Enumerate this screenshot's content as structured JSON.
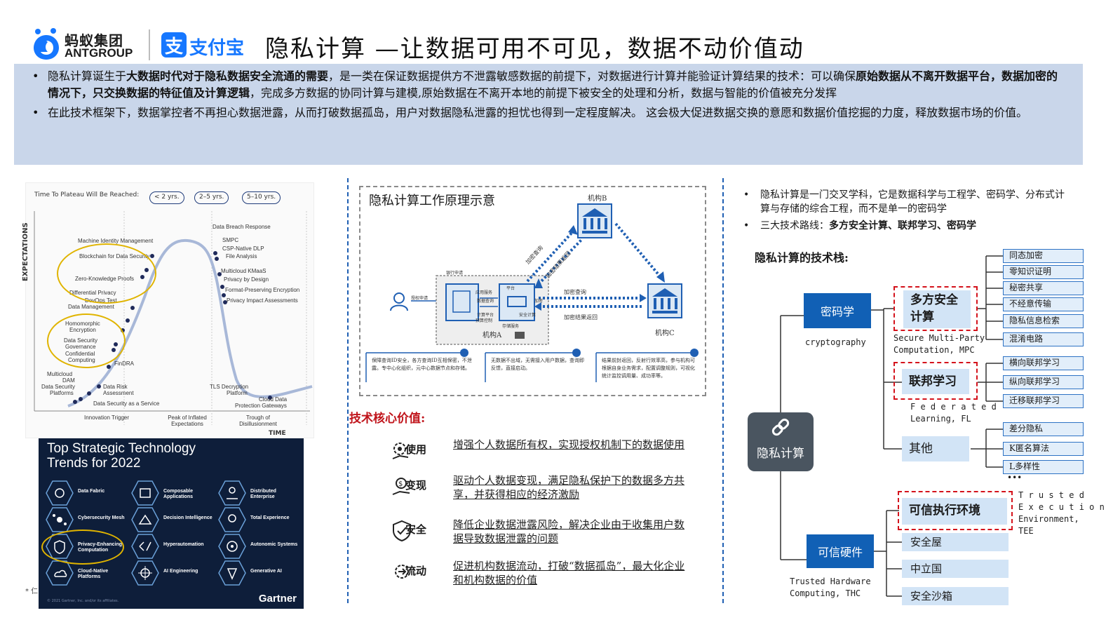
{
  "header": {
    "ant_cn": "蚂蚁集团",
    "ant_en": "ANTGROUP",
    "alipay_icon": "支",
    "alipay_text": "支付宝",
    "title": "隐私计算 —让数据可用不可见，数据不动价值动"
  },
  "intro": {
    "bullet": "•",
    "p1_a": "隐私计算诞生于",
    "p1_b": "大数据时代对于隐私数据安全流通的需要",
    "p1_c": "，是一类在保证数据提供方不泄露敏感数据的前提下，对数据进行计算并能验证计算结果的技术：可以确保",
    "p1_d": "原始数据从不离开数据平台，数据加密的情况下，只交换数据的特征值及计算逻辑",
    "p1_e": "，完成多方数据的协同计算与建模,原始数据在不离开本地的前提下被安全的处理和分析，数据与智能的价值被充分发挥",
    "p2": "在此技术框架下，数据掌控者不再担心数据泄露，从而打破数据孤岛，用户对数据隐私泄露的担忧也得到一定程度解决。 这会极大促进数据交换的意愿和数据价值挖掘的力度，释放数据市场的价值。"
  },
  "hype": {
    "legend_label": "Time To Plateau Will Be Reached:",
    "pills": [
      "< 2 yrs.",
      "2–5 yrs.",
      "5–10 yrs."
    ],
    "y_label": "EXPECTATIONS",
    "x_label": "TIME",
    "phases": [
      "Innovation Trigger",
      "Peak of Inflated Expectations",
      "Trough of Disillusionment"
    ],
    "labels": [
      "Machine Identity Management",
      "Blockchain for Data Security",
      "Zero-Knowledge Proofs",
      "Differential Privacy",
      "DevOps Test",
      "Data Management",
      "Homomorphic",
      "Encryption",
      "Data Security",
      "Governance",
      "Confidential",
      "Computing",
      "FinDRA",
      "Multicloud",
      "DAM",
      "Data Security",
      "Platforms",
      "Data Risk",
      "Assessment",
      "Data Security as a Service",
      "Data Breach Response",
      "SMPC",
      "CSP-Native DLP",
      "File Analysis",
      "Multicloud KMaaS",
      "Privacy by Design",
      "Format-Preserving Encryption",
      "Privacy Impact Assessments",
      "TLS Decryption",
      "Platform",
      "Cloud Data",
      "Protection Gateways"
    ]
  },
  "trends": {
    "title_line1": "Top Strategic Technology",
    "title_line2": "Trends for 2022",
    "items": [
      "Data Fabric",
      "Composable Applications",
      "Distributed Enterprise",
      "Cybersecurity Mesh",
      "Decision Intelligence",
      "Total Experience",
      "Privacy-Enhancing Computation",
      "Hyperautomation",
      "Autonomic Systems",
      "Cloud-Native Platforms",
      "AI Engineering",
      "Generative AI"
    ],
    "brand": "Gartner",
    "footnote": "© 2021 Gartner, Inc. and/or its affiliates.",
    "side_note": "* 仁"
  },
  "work": {
    "title": "隐私计算工作原理示意",
    "org_a": "机构A",
    "org_b": "机构B",
    "org_c": "机构C",
    "encrypted_query": "加密查询",
    "encrypted_result": "加密结果返回",
    "encrypted_query_b": "加密查询",
    "encrypted_result_b": "加密结果返回",
    "small_labels": [
      "授权申请",
      "银行申请",
      "应用服务",
      "计算平台",
      "数据查询",
      "平台",
      "存储服务",
      "加密",
      "预算控制",
      "安全计算"
    ],
    "notes": [
      "保障查询ID安全，各方查询ID互相保密，不泄露。专中心化组织，元中心数据节点和存储。",
      "无数据不出域，无需接入用户数据，查询即反馈，直接启动。",
      "结果前封返回，反射行效率高，参与机构可根据自身业务需求，配置调整规则，可视化统计监控调用量、成功率等。"
    ]
  },
  "core": {
    "title": "技术核心价值:",
    "rows": [
      {
        "label": "使用",
        "icon": "hand-gear-icon",
        "text": "增强个人数据所有权，实现授权机制下的数据使用"
      },
      {
        "label": "变现",
        "icon": "money-hand-icon",
        "text": "驱动个人数据变现，满足隐私保护下的数据多方共享，并获得相应的经济激励"
      },
      {
        "label": "安全",
        "icon": "shield-check-icon",
        "text": "降低企业数据泄露风险，解决企业由于收集用户数据导致数据泄露的问题"
      },
      {
        "label": "流动",
        "icon": "flow-gear-icon",
        "text": "促进机构数据流动，打破“数据孤岛”，最大化企业和机构数据的价值"
      }
    ]
  },
  "right": {
    "bullet": "•",
    "item1": "隐私计算是一门交叉学科，它是数据科学与工程学、密码学、分布式计算与存储的综合工程，而不是单一的密码学",
    "item2_a": "三大技术路线：",
    "item2_b": "多方安全计算、联邦学习、密码学",
    "stack_title": "隐私计算的技术栈:",
    "root": "隐私计算",
    "crypto": "密码学",
    "crypto_en": "cryptography",
    "hardware": "可信硬件",
    "hardware_en_1": "Trusted Hardware",
    "hardware_en_2": "Computing, THC",
    "mpc_1": "多方安全",
    "mpc_2": "计算",
    "mpc_en_1": "Secure Multi-Party",
    "mpc_en_2": "Computation, MPC",
    "fl": "联邦学习",
    "fl_en_1": "F e d e r a t e d",
    "fl_en_2": "Learning, FL",
    "other": "其他",
    "tee": "可信执行环境",
    "tee_en_1": "T r u s t e d",
    "tee_en_2": "E x e c u t i o n",
    "tee_en_3": "Environment,",
    "tee_en_4": "TEE",
    "mpc_leaves": [
      "同态加密",
      "零知识证明",
      "秘密共享",
      "不经意传输",
      "隐私信息检索",
      "混淆电路"
    ],
    "fl_leaves": [
      "横向联邦学习",
      "纵向联邦学习",
      "迁移联邦学习"
    ],
    "other_leaves": [
      "差分隐私",
      "K匿名算法",
      "L多样性"
    ],
    "more": "•••",
    "hw_leaves": [
      "安全屋",
      "中立国",
      "安全沙箱"
    ]
  }
}
